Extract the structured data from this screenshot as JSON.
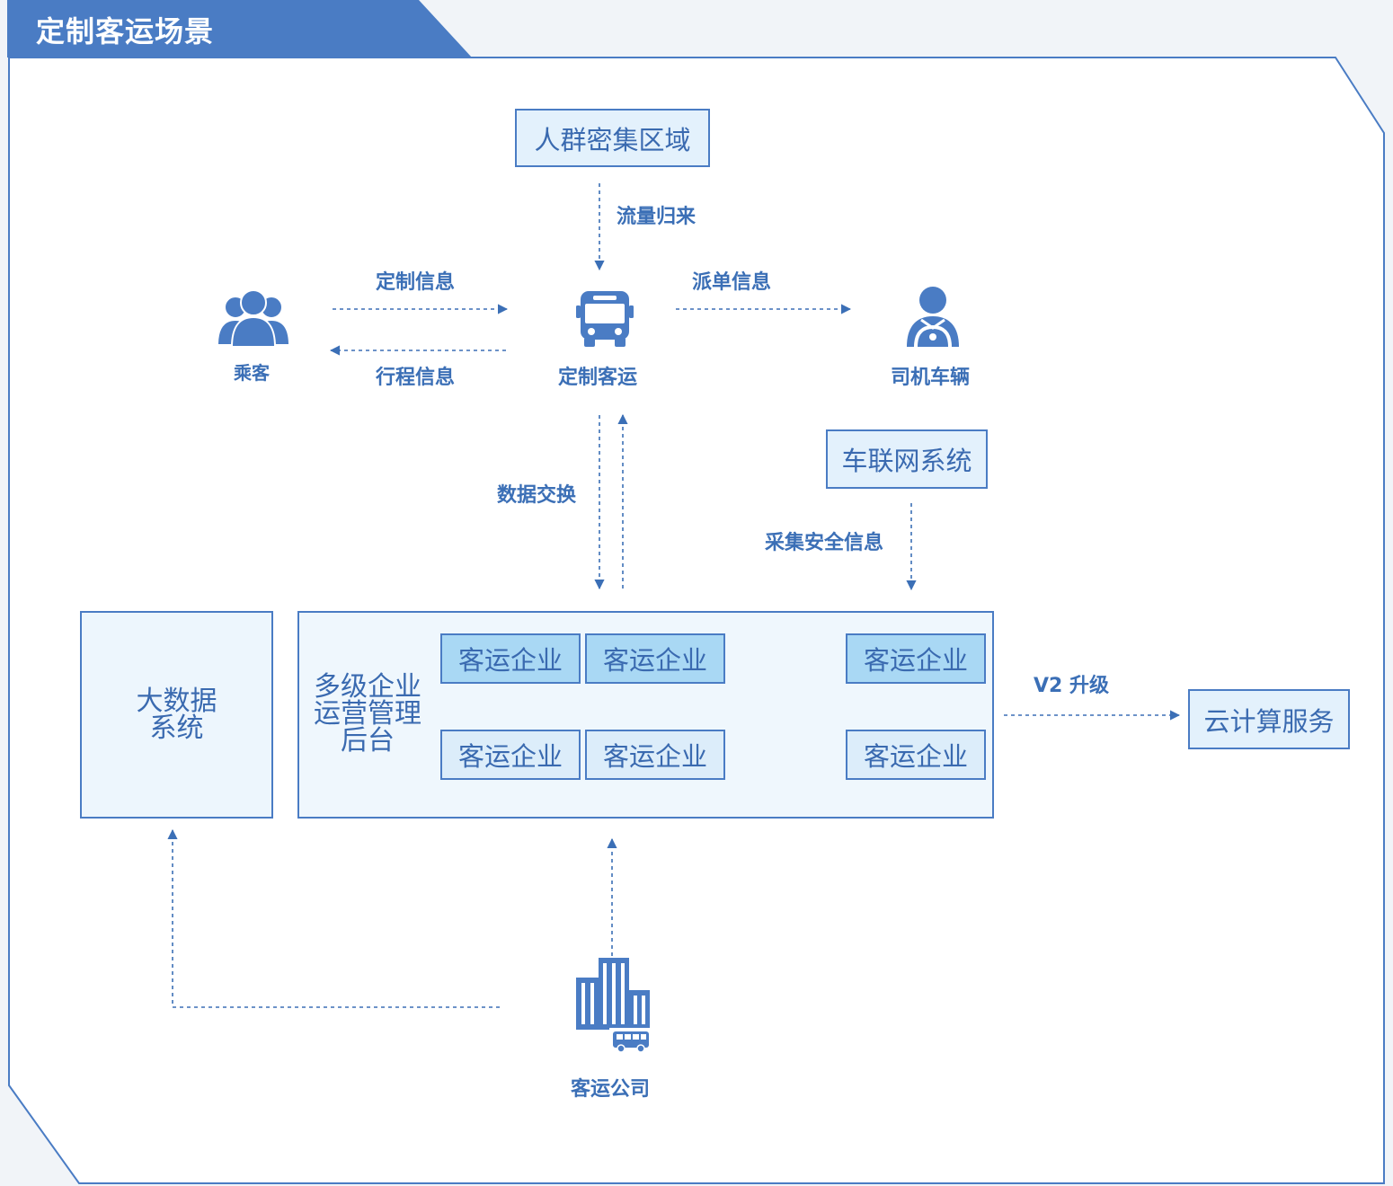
{
  "title": "定制客运场景",
  "colors": {
    "accent": "#4a7cc4",
    "box_fill": "#e3f1fc",
    "enterprise_dark": "#a9d8f4",
    "background": "#f1f4f8"
  },
  "nodes": {
    "crowded_area": "人群密集区域",
    "iov_system": "车联网系统",
    "big_data": "大数据\n系统",
    "backend": "多级企业\n运营管理\n后台",
    "cloud": "云计算服务"
  },
  "actors": {
    "passenger": {
      "label": "乘客",
      "icon": "people-icon"
    },
    "custom_transit": {
      "label": "定制客运",
      "icon": "bus-icon"
    },
    "driver": {
      "label": "司机车辆",
      "icon": "driver-icon"
    },
    "company": {
      "label": "客运公司",
      "icon": "building-bus-icon"
    }
  },
  "edges": {
    "traffic_return": "流量归来",
    "custom_info": "定制信息",
    "trip_info": "行程信息",
    "dispatch_info": "派单信息",
    "data_exchange": "数据交换",
    "collect_safety": "采集安全信息",
    "upgrade": "V2 升级"
  },
  "enterprises": {
    "row1": [
      "客运企业",
      "客运企业",
      "客运企业"
    ],
    "row2": [
      "客运企业",
      "客运企业",
      "客运企业"
    ]
  }
}
